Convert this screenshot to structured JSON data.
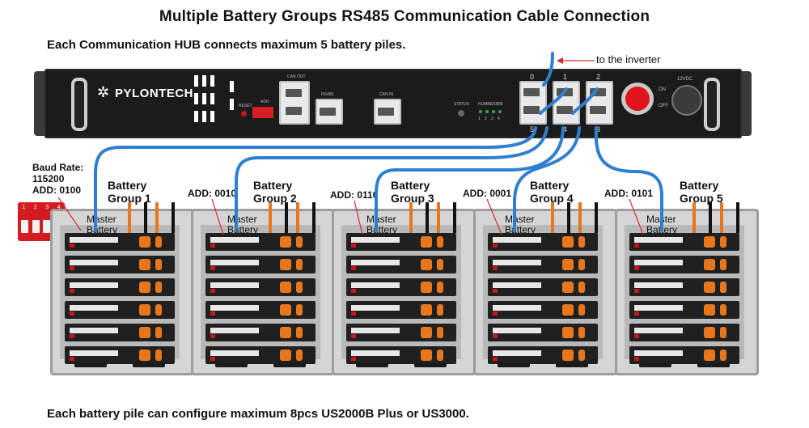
{
  "title": "Multiple Battery Groups RS485 Communication Cable Connection",
  "subtitle": "Each Communication HUB connects maximum 5 battery piles.",
  "footer": "Each battery pile can configure maximum 8pcs US2000B Plus or US3000.",
  "inverter_label": "to the inverter",
  "hub": {
    "brand": "PYLONTECH",
    "port_labels": [
      "0",
      "1",
      "2"
    ],
    "bottom_port_labels": [
      "5",
      "4",
      "3"
    ],
    "panel_labels": {
      "can_out": "CAN OUT",
      "reset": "RESET",
      "add": "ADD",
      "rs485": "RS485",
      "can_in": "CAN IN",
      "status": "STATUS",
      "number": "NUMBER/BM",
      "on": "ON",
      "off": "OFF",
      "dc": "12VDC"
    },
    "led_numbers": [
      "1",
      "2",
      "3",
      "4"
    ]
  },
  "baud": {
    "line1": "Baud Rate:",
    "line2": "115200",
    "line3": "ADD: 0100",
    "dip_numbers": [
      "1",
      "2",
      "3",
      "4"
    ]
  },
  "groups": [
    {
      "name_line1": "Battery",
      "name_line2": "Group 1",
      "master_line1": "Master",
      "master_line2": "Battery",
      "address": ""
    },
    {
      "name_line1": "Battery",
      "name_line2": "Group 2",
      "master_line1": "Master",
      "master_line2": "Battery",
      "address": "ADD: 0010"
    },
    {
      "name_line1": "Battery",
      "name_line2": "Group 3",
      "master_line1": "Master",
      "master_line2": "Battery",
      "address": "ADD: 0110"
    },
    {
      "name_line1": "Battery",
      "name_line2": "Group 4",
      "master_line1": "Master",
      "master_line2": "Battery",
      "address": "ADD: 0001"
    },
    {
      "name_line1": "Battery",
      "name_line2": "Group 5",
      "master_line1": "Master",
      "master_line2": "Battery",
      "address": "ADD: 0101"
    }
  ],
  "colors": {
    "cable": "#2f7fd1",
    "red_line": "#d32b2b",
    "orange_cable": "#e8761c",
    "hub_body": "#1b1b1b"
  }
}
